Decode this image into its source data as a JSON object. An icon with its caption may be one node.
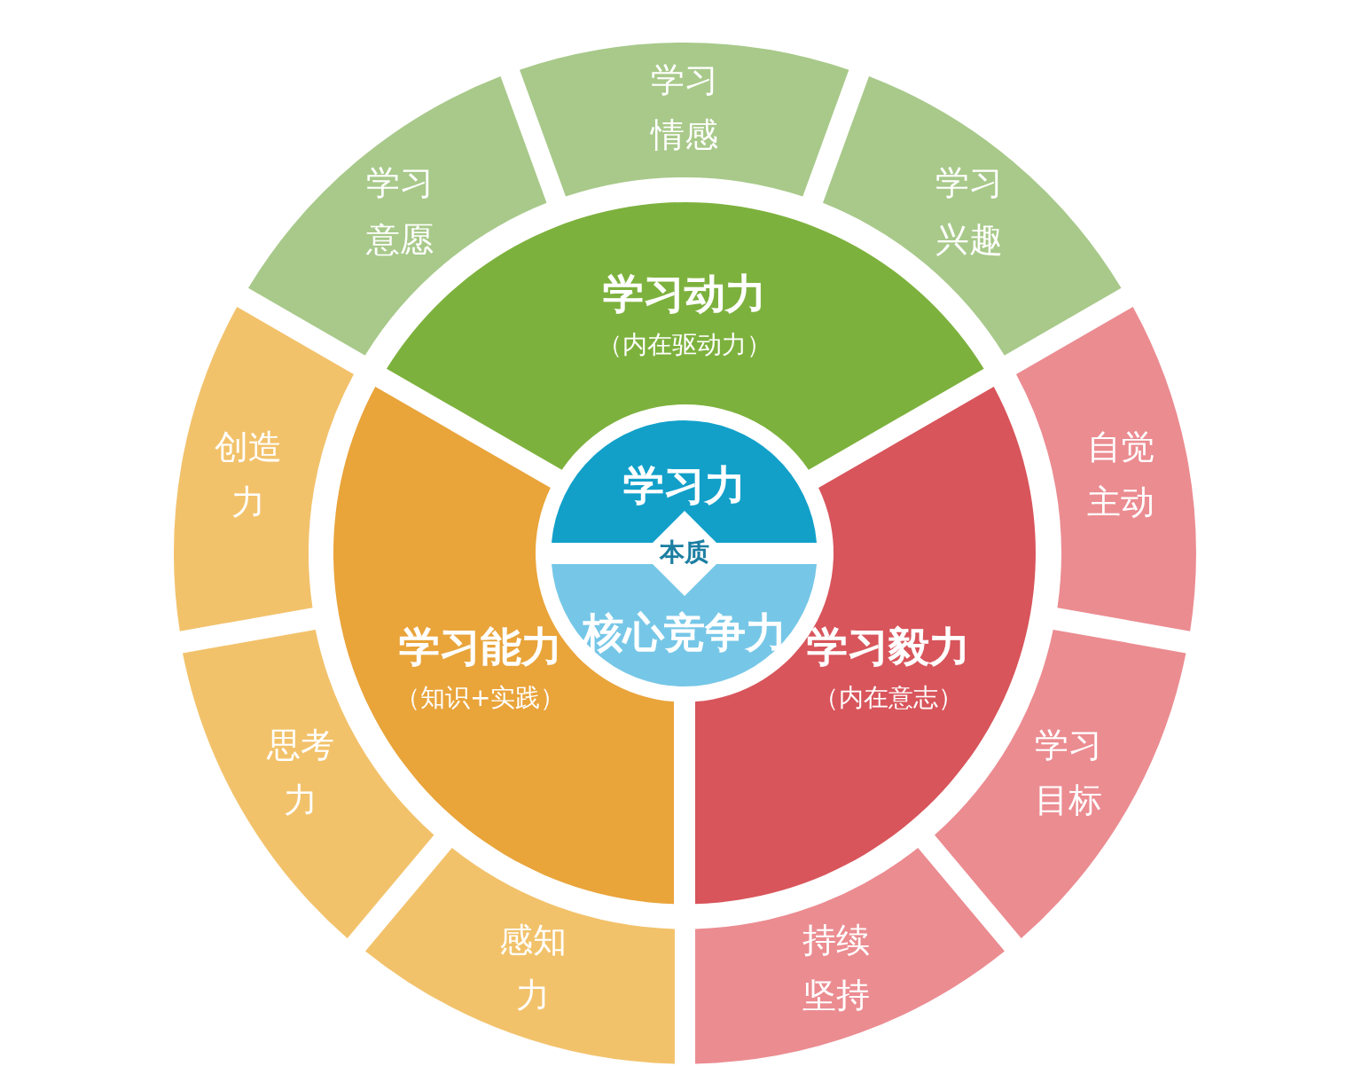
{
  "diagram": {
    "nodes": [
      {
        "text": [
          "学习力"
        ]
      },
      {
        "text": [
          "本质"
        ]
      },
      {
        "text": [
          "核心竞争力"
        ]
      },
      {
        "text": [
          "学习动力",
          "（内在驱动力）"
        ]
      },
      {
        "text": [
          "学习意愿"
        ]
      },
      {
        "text": [
          "学习情感"
        ]
      },
      {
        "text": [
          "学习兴趣"
        ]
      },
      {
        "text": [
          "学习毅力",
          "（内在意志）"
        ]
      },
      {
        "text": [
          "自觉主动"
        ]
      },
      {
        "text": [
          "学习目标"
        ]
      },
      {
        "text": [
          "持续坚持"
        ]
      },
      {
        "text": [
          "学习能力",
          "（知识+实践）"
        ]
      },
      {
        "text": [
          "感知力"
        ]
      },
      {
        "text": [
          "思考力"
        ]
      },
      {
        "text": [
          "创造力"
        ]
      }
    ]
  }
}
